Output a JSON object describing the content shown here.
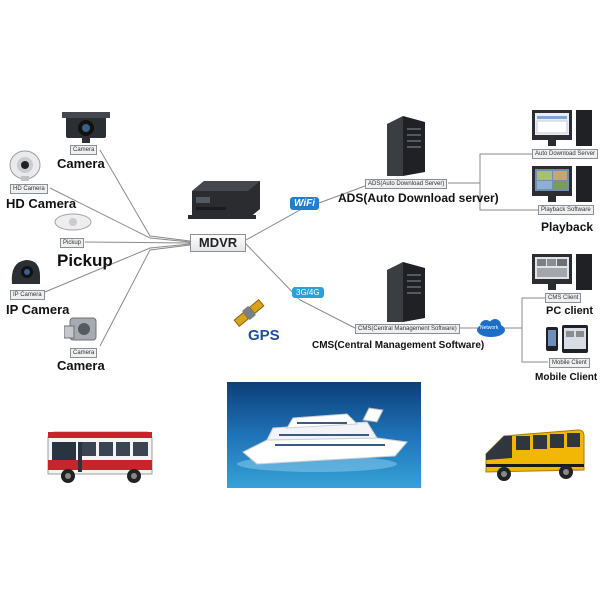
{
  "hub": {
    "label": "MDVR"
  },
  "left": {
    "camera_top": {
      "tag": "Camera",
      "label": "Camera"
    },
    "hd_camera": {
      "tag": "HD Camera",
      "label": "HD Camera"
    },
    "pickup": {
      "tag": "Pickup",
      "label": "Pickup"
    },
    "ip_camera": {
      "tag": "IP Camera",
      "label": "IP Camera"
    },
    "camera_bottom": {
      "tag": "Camera",
      "label": "Camera"
    }
  },
  "links": {
    "wifi": "WiFi",
    "cellular": "3G/4G",
    "network": "Network"
  },
  "gps": {
    "label": "GPS"
  },
  "ads": {
    "tag": "ADS(Auto Download Server)",
    "label": "ADS(Auto Download server)",
    "auto_download_tag": "Auto Download Server",
    "playback_tag": "Playback Software",
    "playback_label": "Playback"
  },
  "cms": {
    "tag": "CMS(Central Management Software)",
    "label": "CMS(Central Management Software)",
    "pc_tag": "CMS Client",
    "pc_label": "PC client",
    "mobile_tag": "Mobile Client",
    "mobile_label": "Mobile Client"
  },
  "colors": {
    "line": "#8a8a8a",
    "wifi_blue": "#1e7fd0",
    "cell_blue": "#2aa0dc",
    "network_blue": "#1b6fc7",
    "gps_blue": "#1d4fa5",
    "bus_red": "#c8242c",
    "school_bus": "#f2b705",
    "sea": "#1f72b8"
  }
}
